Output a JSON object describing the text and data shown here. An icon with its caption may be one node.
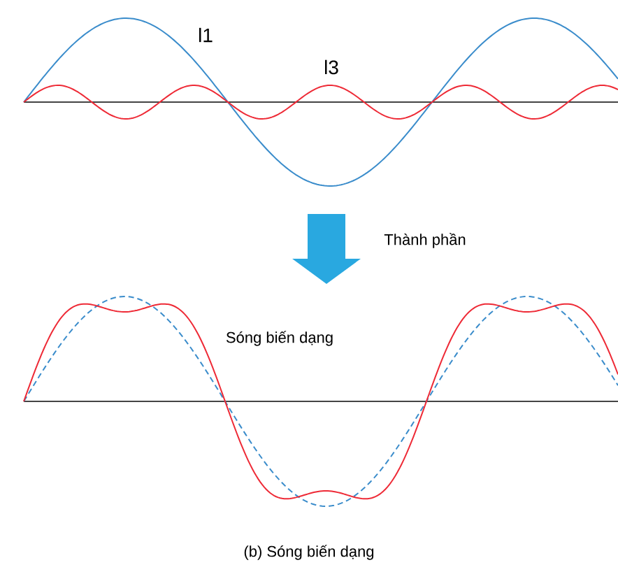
{
  "diagram": {
    "caption": "(b) Sóng biến dạng",
    "labels": [
      "l1",
      "l3",
      "Thành phần",
      "Sóng biến dạng"
    ]
  }
}
